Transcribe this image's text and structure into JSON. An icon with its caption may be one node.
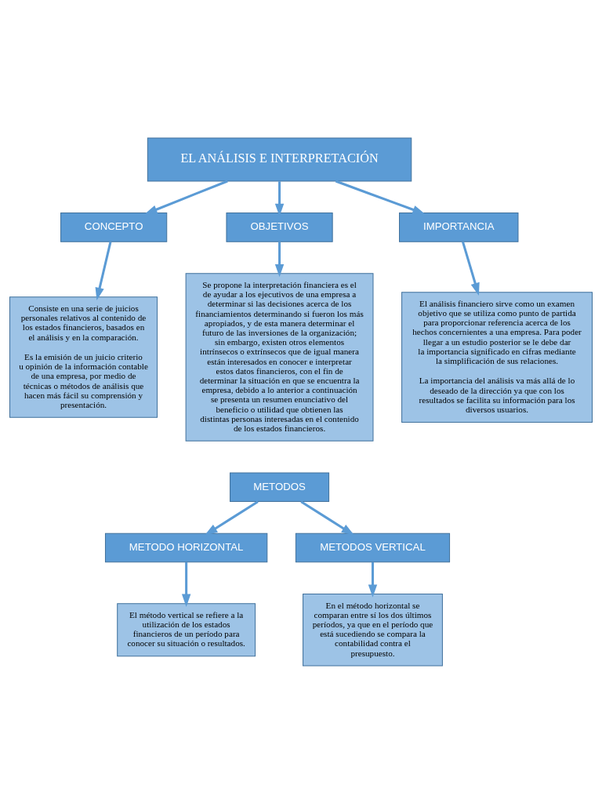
{
  "diagram": {
    "nodes": [
      {
        "text": [
          "EL ANÁLISIS E INTERPRETACIÓN"
        ]
      },
      {
        "text": [
          "CONCEPTO"
        ]
      },
      {
        "text": [
          "OBJETIVOS"
        ]
      },
      {
        "text": [
          "IMPORTANCIA"
        ]
      },
      {
        "text": [
          "Consiste en una serie de juicios personales relativos al contenido de los estados financieros, basados en el análisis y en la comparación.",
          "Es la emisión de un juicio criterio u opinión de la información contable de una empresa, por medio de técnicas o métodos de análisis que hacen más fácil su comprensión y presentación."
        ]
      },
      {
        "text": [
          "Se propone la interpretación financiera es el de ayudar a los ejecutivos de una empresa a determinar si las decisiones acerca de los financiamientos determinando si fueron los más apropiados, y de esta manera determinar el futuro de las inversiones de la organización; sin embargo, existen otros elementos intrínsecos o extrínsecos que de igual manera están interesados en conocer e interpretar estos datos financieros, con el fin de determinar la situación en que se encuentra la empresa, debido a lo anterior a continuación se presenta un resumen enunciativo del beneficio o utilidad que obtienen las distintas personas interesadas en el contenido de los estados financieros."
        ]
      },
      {
        "text": [
          "El análisis financiero sirve como un examen objetivo que se utiliza como punto de partida para proporcionar referencia acerca de los hechos concernientes a una empresa. Para poder llegar a un estudio posterior se le debe dar la importancia significado en cifras mediante la simplificación de sus relaciones.",
          "La importancia del análisis va más allá de lo deseado de la dirección ya que con los resultados se facilita su información para los diversos usuarios."
        ]
      },
      {
        "text": [
          "METODOS"
        ]
      },
      {
        "text": [
          "METODO HORIZONTAL"
        ]
      },
      {
        "text": [
          "METODOS VERTICAL"
        ]
      },
      {
        "text": [
          "El método vertical se refiere a la utilización de los estados financieros de un período para conocer su situación o resultados."
        ]
      },
      {
        "text": [
          "En el método horizontal se comparan entre sí los dos últimos períodos, ya que en el período que está sucediendo se compara la contabilidad contra el presupuesto."
        ]
      }
    ],
    "edges": [
      {
        "from": 0,
        "to": 1,
        "arrow": "to"
      },
      {
        "from": 0,
        "to": 2,
        "arrow": "to"
      },
      {
        "from": 0,
        "to": 3,
        "arrow": "to"
      },
      {
        "from": 1,
        "to": 4,
        "arrow": "to"
      },
      {
        "from": 2,
        "to": 5,
        "arrow": "to"
      },
      {
        "from": 3,
        "to": 6,
        "arrow": "to"
      },
      {
        "from": 7,
        "to": 8,
        "arrow": "to"
      },
      {
        "from": 7,
        "to": 9,
        "arrow": "to"
      },
      {
        "from": 8,
        "to": 10,
        "arrow": "to"
      },
      {
        "from": 9,
        "to": 11,
        "arrow": "to"
      }
    ]
  }
}
